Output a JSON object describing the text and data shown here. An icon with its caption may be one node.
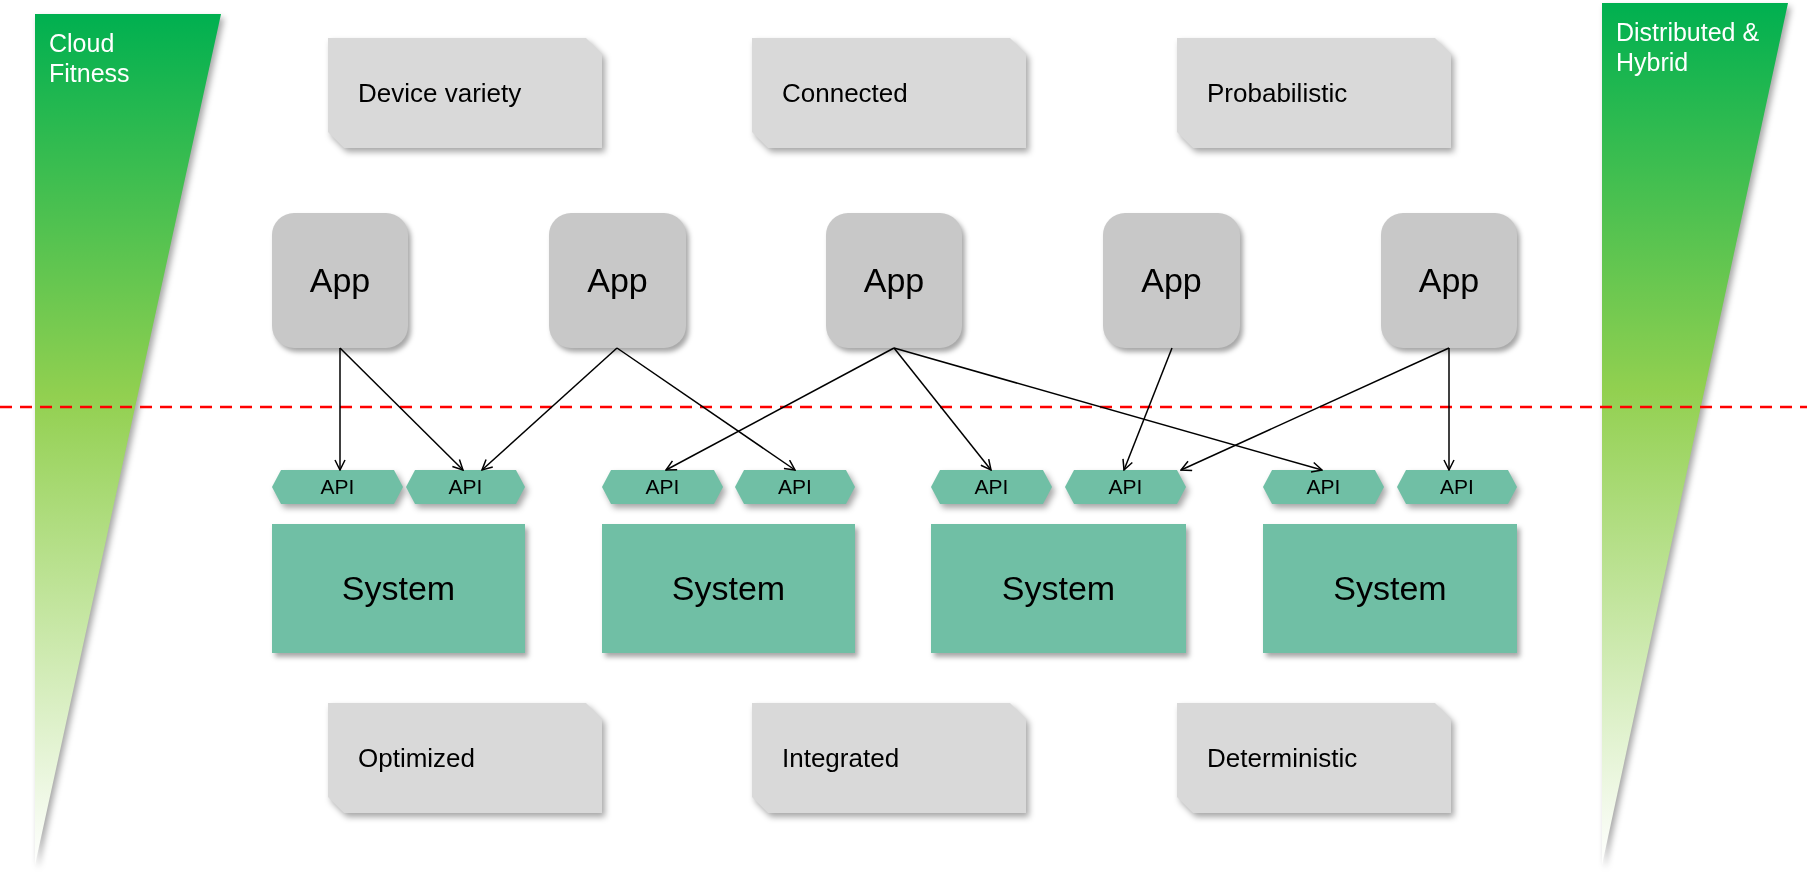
{
  "diagram": {
    "nodes": [
      {
        "text": [
          "Cloud Fitness"
        ]
      },
      {
        "text": [
          "Device variety"
        ]
      },
      {
        "text": [
          "Connected"
        ]
      },
      {
        "text": [
          "Probabilistic"
        ]
      },
      {
        "text": [
          "Distributed & Hybrid"
        ]
      },
      {
        "text": [
          "App"
        ]
      },
      {
        "text": [
          "App"
        ]
      },
      {
        "text": [
          "App"
        ]
      },
      {
        "text": [
          "App"
        ]
      },
      {
        "text": [
          "App"
        ]
      },
      {
        "text": [
          "API"
        ]
      },
      {
        "text": [
          "API"
        ]
      },
      {
        "text": [
          "API"
        ]
      },
      {
        "text": [
          "API"
        ]
      },
      {
        "text": [
          "API"
        ]
      },
      {
        "text": [
          "API"
        ]
      },
      {
        "text": [
          "API"
        ]
      },
      {
        "text": [
          "API"
        ]
      },
      {
        "text": [
          "System"
        ]
      },
      {
        "text": [
          "System"
        ]
      },
      {
        "text": [
          "System"
        ]
      },
      {
        "text": [
          "System"
        ]
      },
      {
        "text": [
          "Optimized"
        ]
      },
      {
        "text": [
          "Integrated"
        ]
      },
      {
        "text": [
          "Deterministic"
        ]
      }
    ],
    "edges": [
      {
        "from": 5,
        "to": 10,
        "arrow": "to"
      },
      {
        "from": 5,
        "to": 11,
        "arrow": "to"
      },
      {
        "from": 6,
        "to": 11,
        "arrow": "to"
      },
      {
        "from": 6,
        "to": 13,
        "arrow": "to"
      },
      {
        "from": 7,
        "to": 12,
        "arrow": "to"
      },
      {
        "from": 7,
        "to": 14,
        "arrow": "to"
      },
      {
        "from": 7,
        "to": 16,
        "arrow": "to"
      },
      {
        "from": 8,
        "to": 15,
        "arrow": "to"
      },
      {
        "from": 9,
        "to": 15,
        "arrow": "to"
      },
      {
        "from": 9,
        "to": 17,
        "arrow": "to"
      }
    ]
  }
}
